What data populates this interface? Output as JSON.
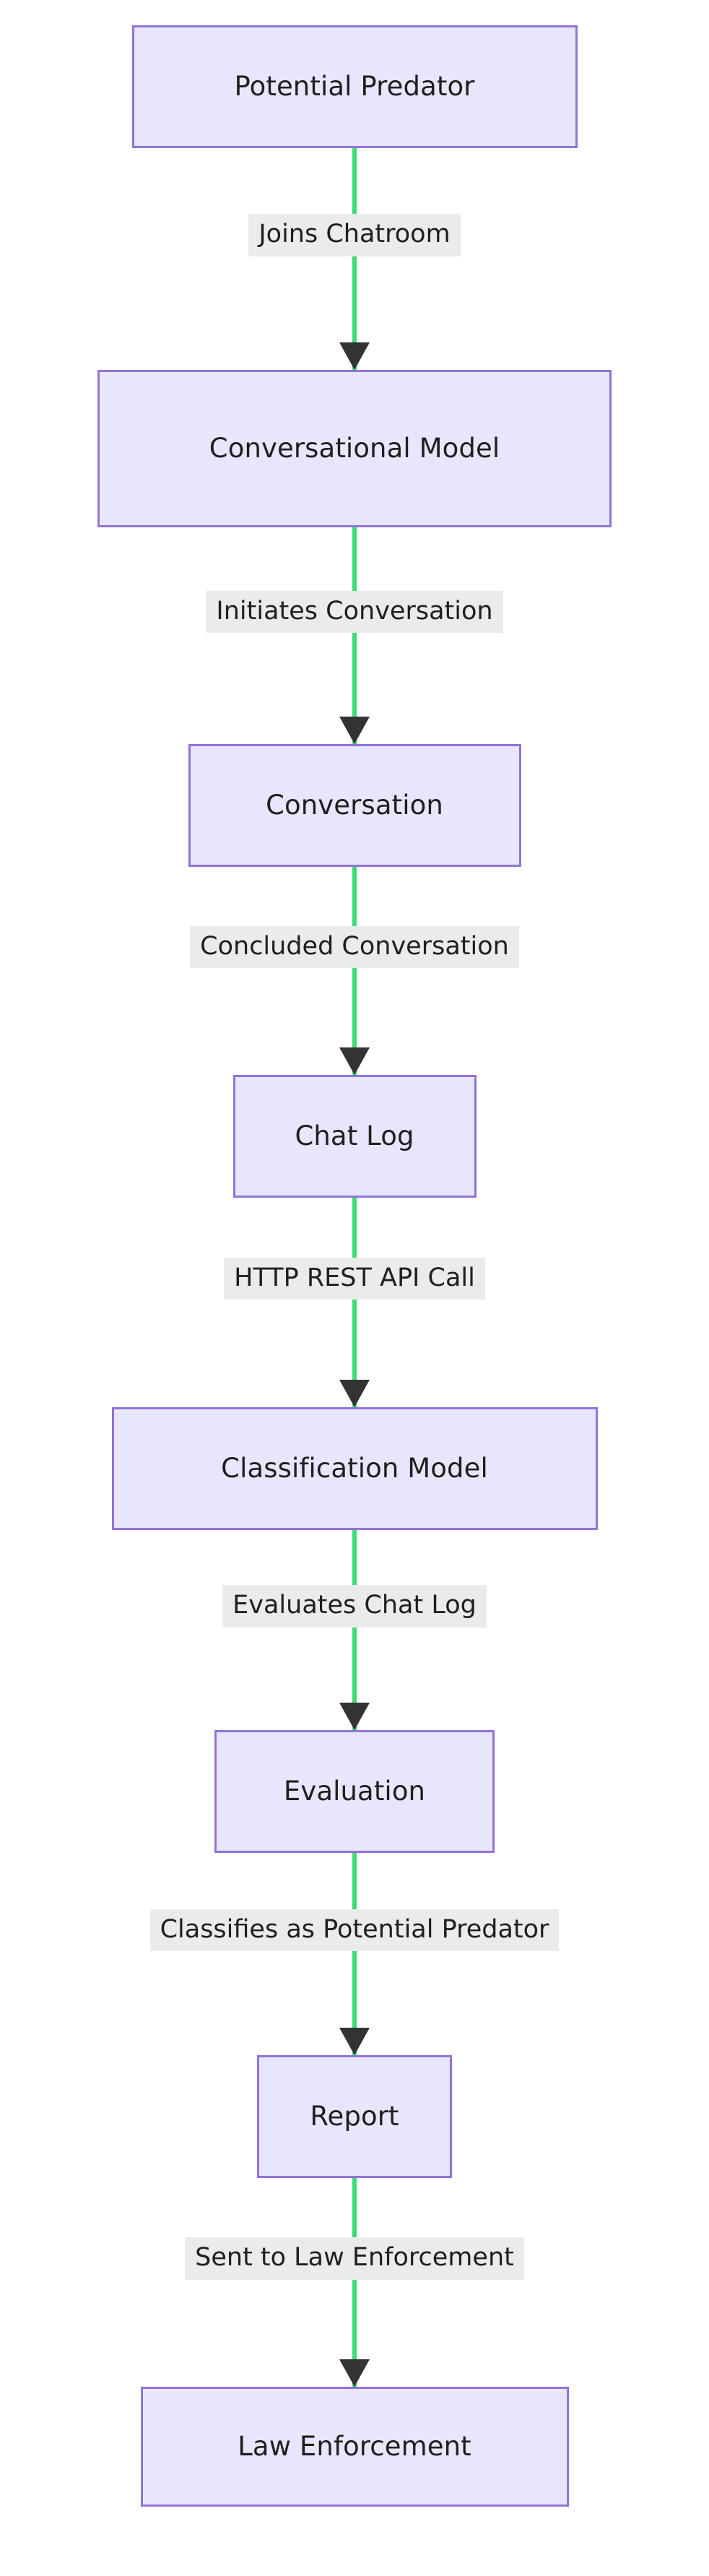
{
  "diagram": {
    "type": "flowchart",
    "direction": "top-to-bottom",
    "title": "",
    "theme": {
      "node_fill": "#e8e6fc",
      "node_border": "#9174d6",
      "node_text": "#1f1f1f",
      "edge_line": "#3ddc74",
      "edge_arrow": "#333333",
      "edge_label_bg": "#ebebeb",
      "edge_label_text": "#1f1f1f",
      "background": "#ffffff"
    },
    "nodes": [
      {
        "id": "potential-predator",
        "label": "Potential Predator"
      },
      {
        "id": "conversational-model",
        "label": "Conversational Model"
      },
      {
        "id": "conversation",
        "label": "Conversation"
      },
      {
        "id": "chat-log",
        "label": "Chat Log"
      },
      {
        "id": "classification-model",
        "label": "Classification Model"
      },
      {
        "id": "evaluation",
        "label": "Evaluation"
      },
      {
        "id": "report",
        "label": "Report"
      },
      {
        "id": "law-enforcement",
        "label": "Law Enforcement"
      }
    ],
    "edges": [
      {
        "from": "potential-predator",
        "to": "conversational-model",
        "label": "Joins Chatroom"
      },
      {
        "from": "conversational-model",
        "to": "conversation",
        "label": "Initiates Conversation"
      },
      {
        "from": "conversation",
        "to": "chat-log",
        "label": "Concluded Conversation"
      },
      {
        "from": "chat-log",
        "to": "classification-model",
        "label": "HTTP REST API Call"
      },
      {
        "from": "classification-model",
        "to": "evaluation",
        "label": "Evaluates Chat Log"
      },
      {
        "from": "evaluation",
        "to": "report",
        "label": "Classifies as Potential Predator"
      },
      {
        "from": "report",
        "to": "law-enforcement",
        "label": "Sent to Law Enforcement"
      }
    ]
  }
}
